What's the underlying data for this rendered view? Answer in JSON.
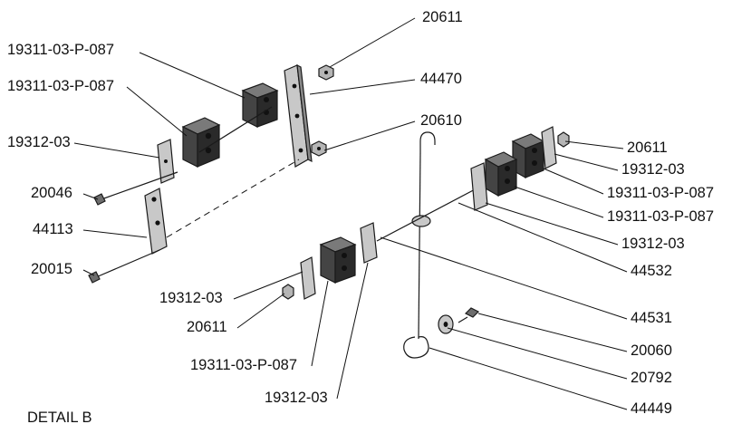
{
  "drawing": {
    "title": "DETAIL B",
    "callouts": [
      "20611",
      "19311-03-P-087",
      "19311-03-P-087",
      "44470",
      "20610",
      "19312-03",
      "20046",
      "44113",
      "20015",
      "20611",
      "19312-03",
      "19311-03-P-087",
      "19311-03-P-087",
      "19312-03",
      "44532",
      "19312-03",
      "20611",
      "19311-03-P-087",
      "19312-03",
      "44531",
      "20060",
      "20792",
      "44449"
    ]
  }
}
